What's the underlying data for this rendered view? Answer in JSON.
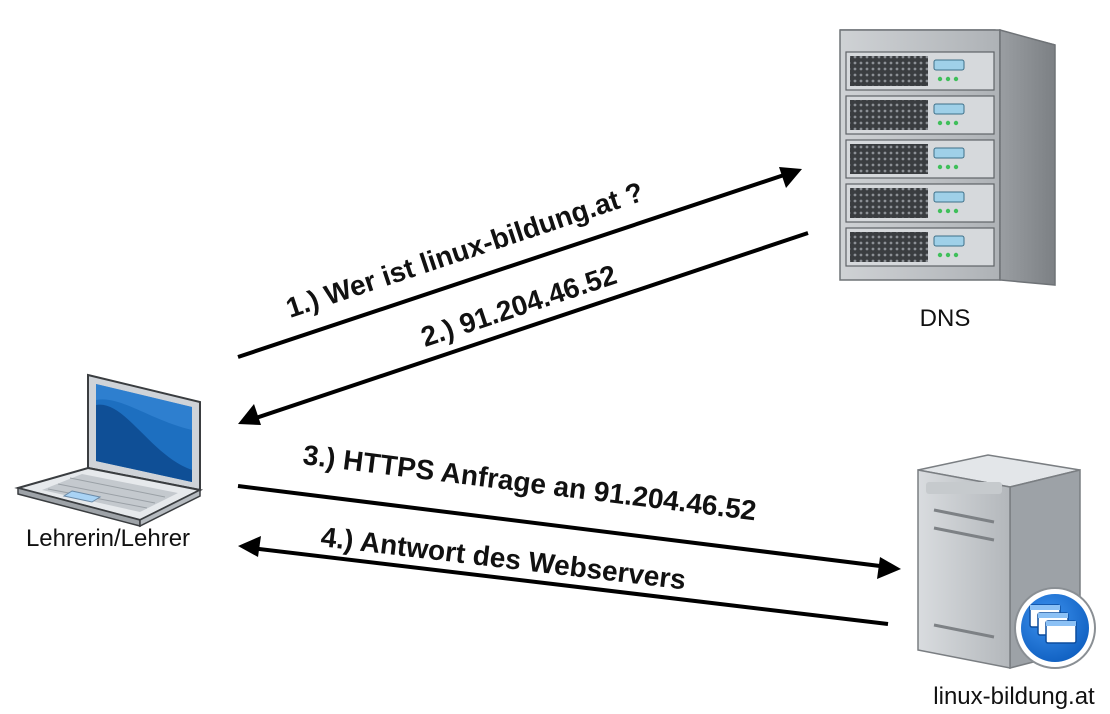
{
  "nodes": {
    "dns": {
      "label": "DNS"
    },
    "client": {
      "label": "Lehrerin/Lehrer"
    },
    "webserver": {
      "label": "linux-bildung.at"
    }
  },
  "steps": [
    {
      "label": "1.) Wer ist linux-bildung.at ?"
    },
    {
      "label": "2.) 91.204.46.52"
    },
    {
      "label": "3.) HTTPS Anfrage an 91.204.46.52"
    },
    {
      "label": "4.) Antwort des Webservers"
    }
  ],
  "colors": {
    "arrow": "#000000",
    "laptop_screen": "#1d6fc0",
    "laptop_body": "#dfe3e7",
    "server_body": "#b9bec3",
    "badge": "#1a73d9"
  }
}
